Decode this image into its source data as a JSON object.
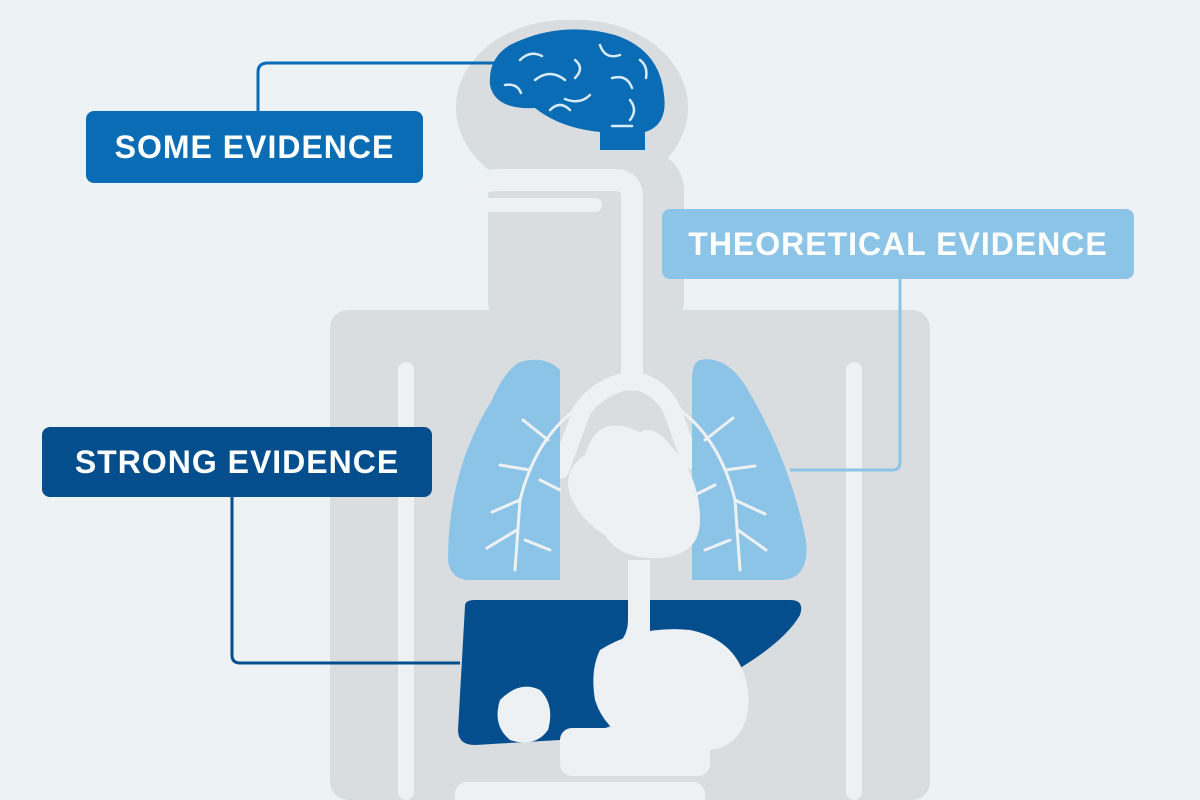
{
  "labels": {
    "some": {
      "text": "SOME EVIDENCE",
      "color": "#0a6cb4",
      "organ": "brain"
    },
    "theoretical": {
      "text": "THEORETICAL EVIDENCE",
      "color": "#8cc4e8",
      "organ": "lungs"
    },
    "strong": {
      "text": "STRONG EVIDENCE",
      "color": "#044e8e",
      "organ": "liver"
    }
  },
  "colors": {
    "background": "#edf2f5",
    "body_silhouette": "#d9dddf",
    "organ_neutral": "#eef1f3",
    "brain": "#0a6cb4",
    "lungs": "#8cc4e8",
    "liver": "#044e8e"
  }
}
